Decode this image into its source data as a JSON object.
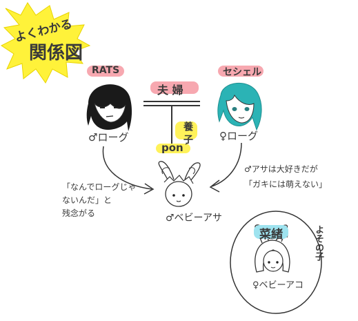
{
  "title": {
    "line1": "よくわかる",
    "line2": "関係図"
  },
  "colors": {
    "title_burst": "#fff23a",
    "pink_highlight": "#f7a8b0",
    "yellow_highlight": "#fff25a",
    "blue_highlight": "#9ee3ef",
    "teal_hair": "#2bb3b5",
    "ink": "#333333"
  },
  "people": {
    "rats": {
      "tag": "RATS",
      "name": "♂ローグ"
    },
    "seychelle": {
      "tag": "セシェル",
      "name": "♀ローグ"
    },
    "baby_asa": {
      "name": "♂ベビーアサ"
    },
    "nao": {
      "tag": "菜緒",
      "name": "♀ベビーアコ",
      "side_label": "よその子"
    }
  },
  "relations": {
    "couple": "夫 婦",
    "adopted": "養 子",
    "pon": "pon´"
  },
  "notes": {
    "left": [
      "「なんでローグじゃ",
      "ないんだ」と",
      "残念がる"
    ],
    "right": [
      "♂アサは大好きだが",
      "「ガキには萌えない」"
    ]
  }
}
